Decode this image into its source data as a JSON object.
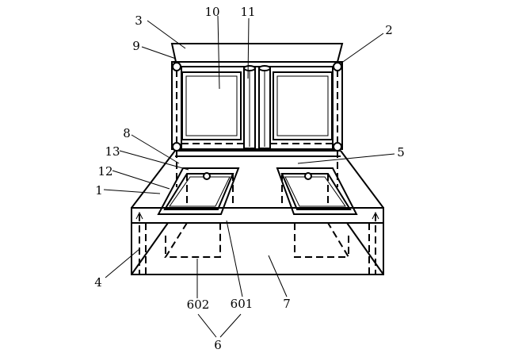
{
  "labels": {
    "l1": "1",
    "l2": "2",
    "l3": "3",
    "l4": "4",
    "l5": "5",
    "l6": "6",
    "l7": "7",
    "l8": "8",
    "l9": "9",
    "l10": "10",
    "l11": "11",
    "l12": "12",
    "l13": "13",
    "l601": "601",
    "l602": "602"
  }
}
